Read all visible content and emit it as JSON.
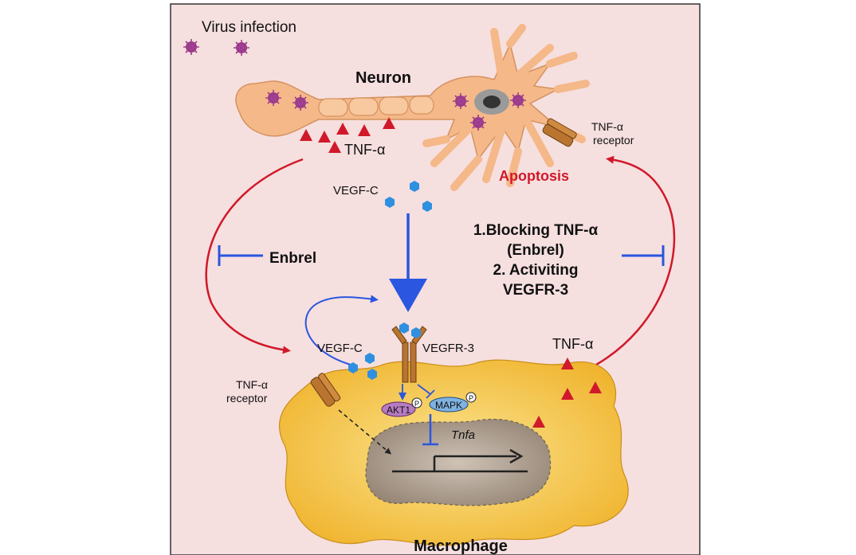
{
  "labels": {
    "virus_infection": "Virus infection",
    "neuron": "Neuron",
    "tnf_alpha": "TNF-α",
    "tnf_receptor_line1": "TNF-α",
    "tnf_receptor_line2": "receptor",
    "apoptosis": "Apoptosis",
    "vegf_c": "VEGF-C",
    "enbrel": "Enbrel",
    "strategy_line1": "1.Blocking TNF-α",
    "strategy_line2": "(Enbrel)",
    "strategy_line3": "2. Activiting",
    "strategy_line4": "VEGFR-3",
    "vegfr3": "VEGFR-3",
    "akt1": "AKT1",
    "mapk": "MAPK",
    "phospho": "P",
    "tnfa_gene": "Tnfa",
    "macrophage": "Macrophage"
  },
  "colors": {
    "background": "#f6dfdf",
    "neuron": "#f5b889",
    "macrophage": "#f6c842",
    "nucleus": "#b8a99a",
    "red_arrow": "#d0192a",
    "blue_arrow": "#2b56e0",
    "virus": "#9c3c8c",
    "vegf": "#2f8fe0",
    "receptor": "#b9742f",
    "akt1": "#b77bc1",
    "mapk": "#7fb2e0"
  }
}
